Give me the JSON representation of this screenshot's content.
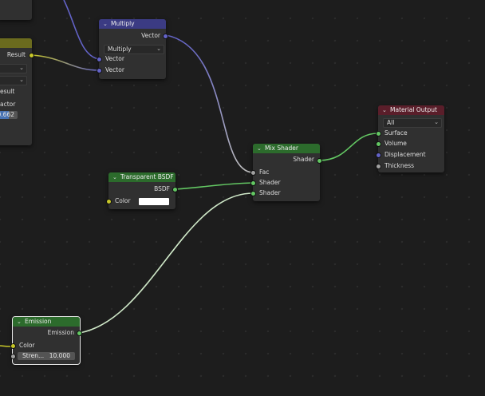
{
  "nodes": {
    "multiply": {
      "title": "Multiply",
      "output": "Vector",
      "operation": "Multiply",
      "input1": "Vector",
      "input2": "Vector"
    },
    "partial_left": {
      "output": "Result",
      "label_result": "esult",
      "label_factor": "actor",
      "factor_value": "0.662"
    },
    "mix_shader": {
      "title": "Mix Shader",
      "output": "Shader",
      "in_fac": "Fac",
      "in_shader1": "Shader",
      "in_shader2": "Shader"
    },
    "material_output": {
      "title": "Material Output",
      "target": "All",
      "in_surface": "Surface",
      "in_volume": "Volume",
      "in_displacement": "Displacement",
      "in_thickness": "Thickness"
    },
    "transparent_bsdf": {
      "title": "Transparent BSDF",
      "output": "BSDF",
      "in_color": "Color",
      "color_value": "#ffffff"
    },
    "emission": {
      "title": "Emission",
      "output": "Emission",
      "in_color": "Color",
      "strength_label": "Stren...",
      "strength_value": "10.000"
    }
  },
  "colors": {
    "header_vector": "#3b3b83",
    "header_shader": "#2c6b2c",
    "header_output": "#5a1e2a",
    "header_partial": "#6b6b1e",
    "socket_vector": "#6363c7",
    "socket_shader": "#63c763",
    "socket_color": "#c7c729",
    "socket_gray": "#a1a1a1",
    "factor_fill": "#4772b3"
  },
  "icons": {
    "collapse": "chevron-down-icon"
  }
}
